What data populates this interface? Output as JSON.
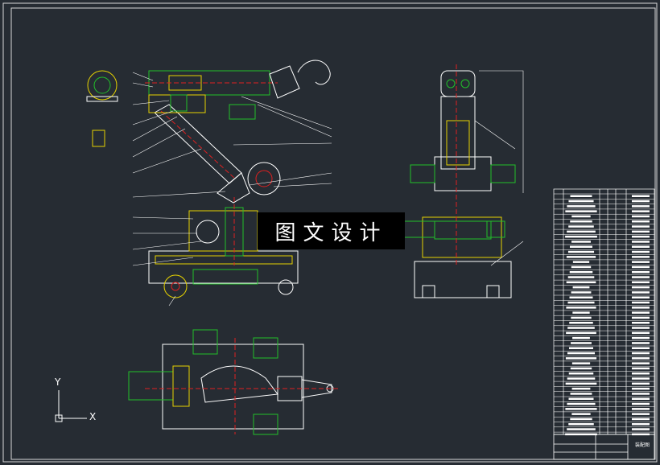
{
  "watermark": {
    "text": "图文设计"
  },
  "ucs": {
    "x_label": "X",
    "y_label": "Y"
  },
  "title_block": {
    "drawing_name": "装配图"
  },
  "colors": {
    "background": "#262c33",
    "linework": "#ffffff",
    "part_yellow": "#e6d200",
    "part_green": "#22c02a",
    "part_red": "#e02020",
    "dim_cyan": "#20d0d0",
    "leader": "#ffffff"
  }
}
